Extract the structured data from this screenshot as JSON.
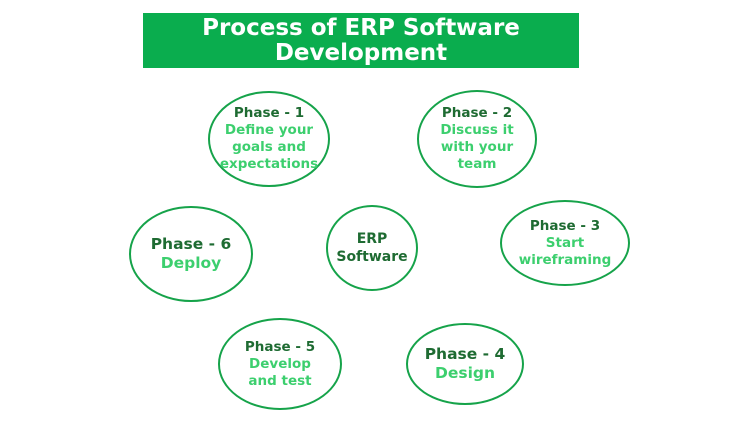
{
  "title": {
    "line1": "Process of ERP Software",
    "line2": "Development"
  },
  "center": {
    "line1": "ERP",
    "line2": "Software"
  },
  "phases": [
    {
      "head": "Phase - 1",
      "lines": [
        "Define your",
        "goals and",
        "expectations"
      ]
    },
    {
      "head": "Phase - 2",
      "lines": [
        "Discuss it",
        "with your",
        "team"
      ]
    },
    {
      "head": "Phase - 3",
      "lines": [
        "Start",
        "wireframing"
      ]
    },
    {
      "head": "Phase - 4",
      "lines": [
        "Design"
      ]
    },
    {
      "head": "Phase - 5",
      "lines": [
        "Develop",
        "and test"
      ]
    },
    {
      "head": "Phase - 6",
      "lines": [
        "Deploy"
      ]
    }
  ],
  "colors": {
    "banner": "#0aad4e",
    "border": "#16a34a",
    "heading_text": "#1e6b32",
    "body_text": "#3ccf6e"
  }
}
